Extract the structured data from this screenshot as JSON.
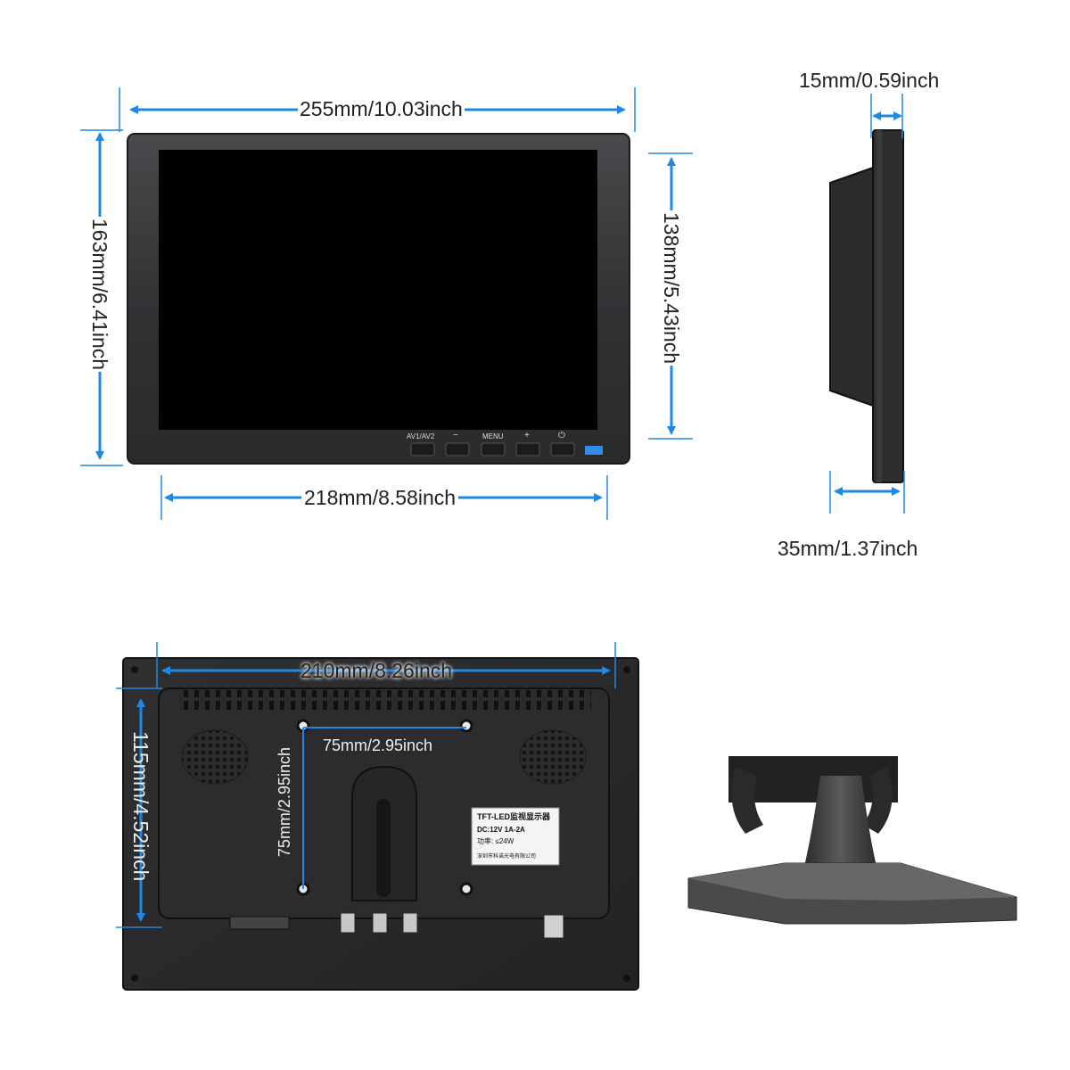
{
  "dimensions": {
    "front_width": "255mm/10.03inch",
    "front_height": "163mm/6.41inch",
    "screen_height": "138mm/5.43inch",
    "screen_width": "218mm/8.58inch",
    "bezel_thickness": "15mm/0.59inch",
    "total_depth": "35mm/1.37inch",
    "back_width": "210mm/8.26inch",
    "back_height": "115mm/4.52inch",
    "vesa_horizontal": "75mm/2.95inch",
    "vesa_vertical": "75mm/2.95inch"
  },
  "front_buttons": [
    "AV1/AV2",
    "−",
    "MENU",
    "+",
    "⏻"
  ],
  "label": {
    "line1": "TFT-LED监视显示器",
    "line2": "DC:12V 1A-2A",
    "line3": "功率: ≤24W",
    "line4": "深圳市科诺光电有限公司"
  },
  "colors": {
    "arrow": "#1e88e5",
    "bezel": "#3a3a3c",
    "screen": "#000000",
    "power_led": "#2f8fe8"
  }
}
